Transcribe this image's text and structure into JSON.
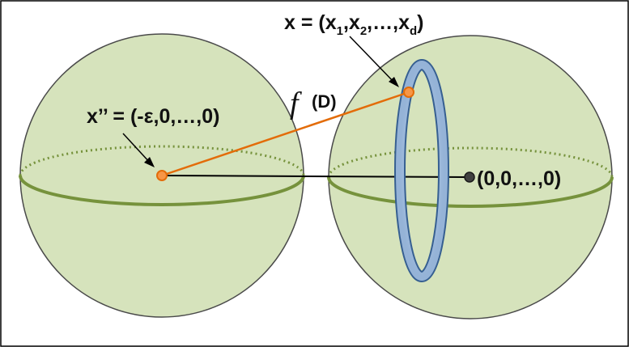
{
  "labels": {
    "x_label_main": "x = (x",
    "x_sub_1": "1",
    "x_mid_1": ",x",
    "x_sub_2": "2",
    "x_mid_2": ",…,x",
    "x_sub_d": "d",
    "x_close": ")",
    "x_double_prime": "x’’ = (-ε,0,…,0)",
    "f_symbol": "f",
    "f_arg": "(D)",
    "origin": "(0,0,…,0)"
  },
  "colors": {
    "sphere_fill": "#d6e3bc",
    "sphere_stroke": "#4a4a4a",
    "equator": "#76923c",
    "ring_fill": "#95b3d7",
    "ring_stroke": "#365f91",
    "point_fill": "#f79646",
    "point_stroke": "#e36c09",
    "orange_line": "#e36c09",
    "axis_line": "#000000",
    "origin_point": "#404040"
  }
}
